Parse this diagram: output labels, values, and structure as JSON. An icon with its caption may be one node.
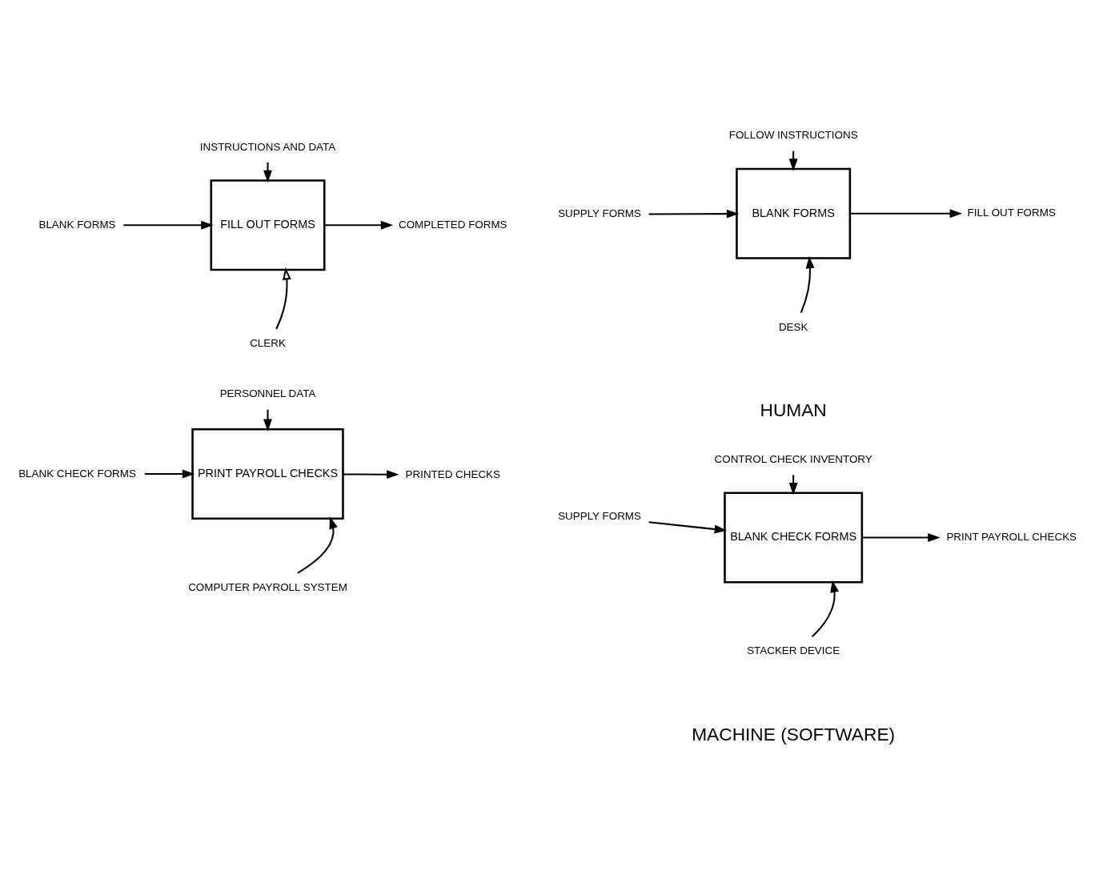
{
  "diagram": {
    "nodes": [
      {
        "text": [
          "FILL OUT FORMS"
        ]
      },
      {
        "text": [
          "BLANK FORMS"
        ]
      },
      {
        "text": [
          "PRINT PAYROLL CHECKS"
        ]
      },
      {
        "text": [
          "BLANK CHECK FORMS"
        ]
      },
      {
        "text": [
          "BLANK FORMS"
        ]
      },
      {
        "text": [
          "INSTRUCTIONS AND DATA"
        ]
      },
      {
        "text": [
          "COMPLETED FORMS"
        ]
      },
      {
        "text": [
          "CLERK"
        ]
      },
      {
        "text": [
          "SUPPLY FORMS"
        ]
      },
      {
        "text": [
          "FOLLOW INSTRUCTIONS"
        ]
      },
      {
        "text": [
          "FILL OUT FORMS"
        ]
      },
      {
        "text": [
          "DESK"
        ]
      },
      {
        "text": [
          "BLANK CHECK FORMS"
        ]
      },
      {
        "text": [
          "PERSONNEL DATA"
        ]
      },
      {
        "text": [
          "PRINTED CHECKS"
        ]
      },
      {
        "text": [
          "COMPUTER PAYROLL SYSTEM"
        ]
      },
      {
        "text": [
          "SUPPLY FORMS"
        ]
      },
      {
        "text": [
          "CONTROL CHECK INVENTORY"
        ]
      },
      {
        "text": [
          "PRINT PAYROLL CHECKS"
        ]
      },
      {
        "text": [
          "STACKER DEVICE"
        ]
      }
    ],
    "edges": [
      {
        "from": 4,
        "to": 0,
        "arrow": "to"
      },
      {
        "from": 5,
        "to": 0,
        "arrow": "to"
      },
      {
        "from": 0,
        "to": 6,
        "arrow": "to"
      },
      {
        "from": 7,
        "to": 0,
        "arrow": "to"
      },
      {
        "from": 8,
        "to": 1,
        "arrow": "to"
      },
      {
        "from": 9,
        "to": 1,
        "arrow": "to"
      },
      {
        "from": 1,
        "to": 10,
        "arrow": "to"
      },
      {
        "from": 11,
        "to": 1,
        "arrow": "to"
      },
      {
        "from": 12,
        "to": 2,
        "arrow": "to"
      },
      {
        "from": 13,
        "to": 2,
        "arrow": "to"
      },
      {
        "from": 2,
        "to": 14,
        "arrow": "to"
      },
      {
        "from": 15,
        "to": 2,
        "arrow": "to"
      },
      {
        "from": 16,
        "to": 3,
        "arrow": "to"
      },
      {
        "from": 17,
        "to": 3,
        "arrow": "to"
      },
      {
        "from": 3,
        "to": 18,
        "arrow": "to"
      },
      {
        "from": 19,
        "to": 3,
        "arrow": "to"
      }
    ],
    "labels": [
      "HUMAN",
      "MACHINE (SOFTWARE)"
    ]
  }
}
